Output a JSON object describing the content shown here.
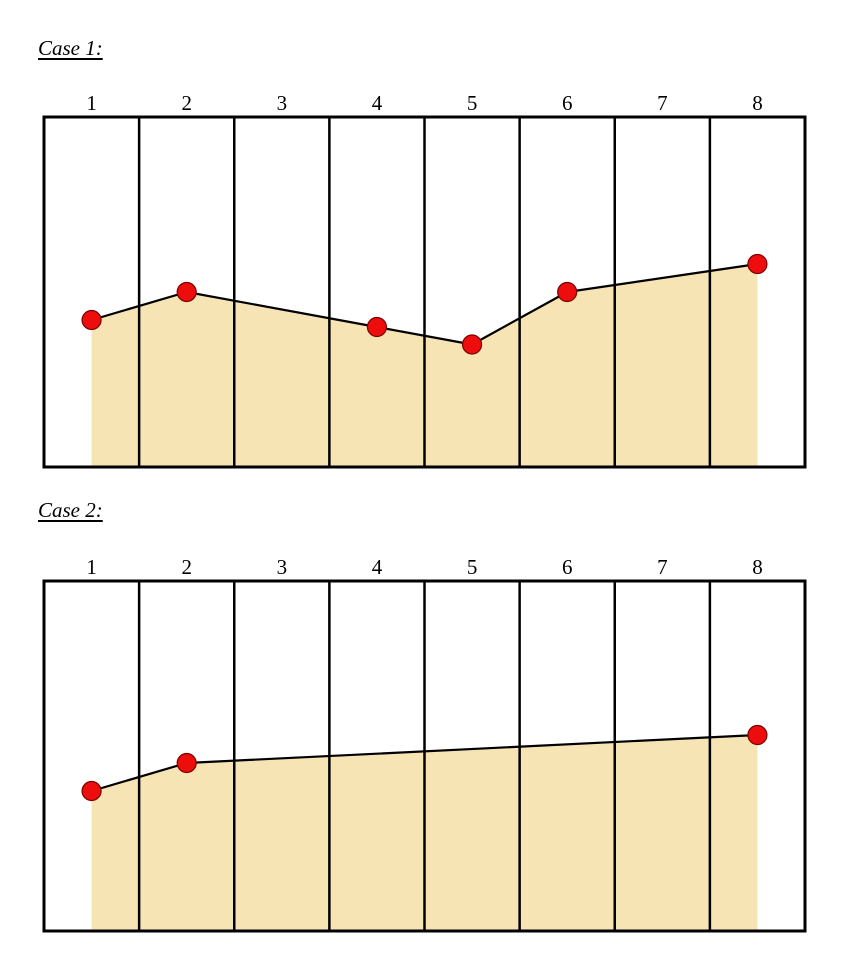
{
  "cases": [
    {
      "title": "Case 1:",
      "columns": [
        "1",
        "2",
        "3",
        "4",
        "5",
        "6",
        "7",
        "8"
      ],
      "points": [
        {
          "x": 1.0,
          "y": 0.42
        },
        {
          "x": 2.0,
          "y": 0.5
        },
        {
          "x": 4.0,
          "y": 0.4
        },
        {
          "x": 5.0,
          "y": 0.35
        },
        {
          "x": 6.0,
          "y": 0.5
        },
        {
          "x": 8.0,
          "y": 0.58
        }
      ]
    },
    {
      "title": "Case 2:",
      "columns": [
        "1",
        "2",
        "3",
        "4",
        "5",
        "6",
        "7",
        "8"
      ],
      "points": [
        {
          "x": 1.0,
          "y": 0.4
        },
        {
          "x": 2.0,
          "y": 0.48
        },
        {
          "x": 8.0,
          "y": 0.56
        }
      ]
    }
  ],
  "colors": {
    "fill": "#f7e3b0",
    "line": "#000000",
    "point": "#ee0d0d"
  }
}
